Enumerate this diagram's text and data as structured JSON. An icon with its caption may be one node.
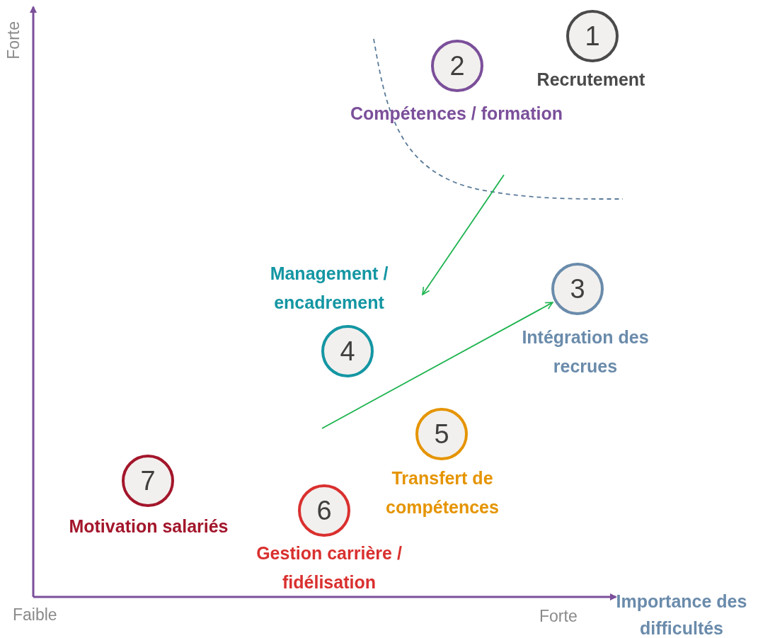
{
  "diagram": {
    "nodes": [
      {
        "text": [
          "1"
        ],
        "beside": [
          "Recrutement"
        ]
      },
      {
        "text": [
          "2"
        ],
        "beside": [
          "Compétences / formation"
        ]
      },
      {
        "text": [
          "3"
        ],
        "beside": [
          "Intégration des recrues"
        ]
      },
      {
        "text": [
          "4"
        ],
        "beside": [
          "Management / encadrement"
        ]
      },
      {
        "text": [
          "5"
        ],
        "beside": [
          "Transfert de compétences"
        ]
      },
      {
        "text": [
          "7"
        ],
        "beside": [
          "Motivation salariés"
        ]
      },
      {
        "text": [
          "6"
        ],
        "beside": [
          "Gestion carrière / fidélisation"
        ]
      }
    ],
    "edges": [
      {
        "from": null,
        "to": 3,
        "arrow": "to"
      },
      {
        "from": null,
        "to": 2,
        "arrow": "to"
      }
    ],
    "labels": [
      "Forte",
      "Faible",
      "Forte",
      "Importance des difficultés"
    ]
  }
}
